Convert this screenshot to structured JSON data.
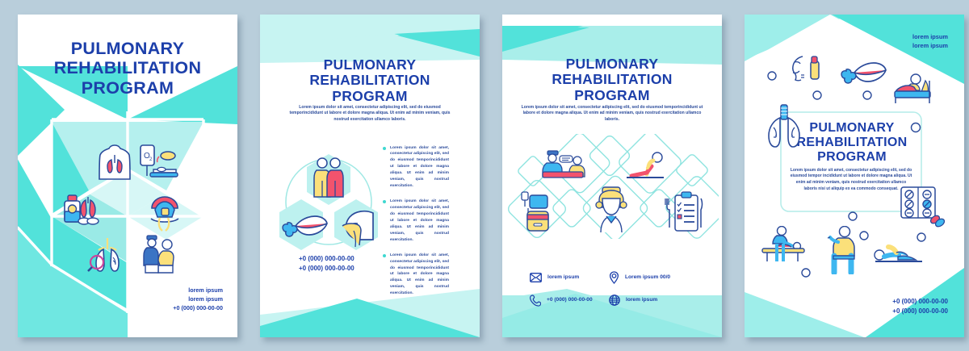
{
  "document": {
    "kind": "brochure-template-set",
    "panel_count": 4,
    "background_color": "#b9cedb"
  },
  "palette": {
    "title_blue": "#1c3faa",
    "body_blue": "#2a4a9a",
    "turquoise": "#52e2da",
    "light_cyan": "#c7f4f2",
    "pale_cyan": "#a9eeea",
    "accent_pink": "#f2536d",
    "accent_yellow": "#fbe07a",
    "accent_blue": "#3eb7f0",
    "white": "#ffffff"
  },
  "strings": {
    "title_line1": "PULMONARY",
    "title_line2": "REHABILITATION",
    "title_line3": "PROGRAM",
    "lorem_ipsum": "lorem ipsum",
    "lorem_ipsum_cap": "Lorem ipsum 00/0",
    "phone": "+0 (000) 000-00-00",
    "subtitle": "Lorem ipsum dolor sit amet, consectetur adipiscing elit, sed do eiusmod temporincididunt ut labore et dolore magna aliqua. Ut enim ad minim veniam, quis nostrud exercitation ullamco laboris.",
    "bullet": "Lorem ipsum dolor sit amet, consectetur adipiscing elit, sed do eiusmod temporincididunt ut labore et dolore magna aliqua. Ut enim ad minim veniam, quis nostrud exercitation.",
    "body_long": "Lorem ipsum dolor sit amet, consectetur adipiscing elit, sed do eiusmod tempor incididunt ut labore et dolore magna aliqua. Ut enim ad minim veniam, quis nostrud exercitation ullamco laboris nisi ut aliquip ex ea commodo consequat."
  },
  "panel1": {
    "name": "cover-triangles",
    "title": {
      "line1": "PULMONARY",
      "line2": "REHABILITATION",
      "line3": "PROGRAM"
    },
    "footer": {
      "line1": "lorem ipsum",
      "line2": "lorem ipsum",
      "line3": "+0 (000) 000-00-00"
    },
    "icons": [
      "torso-lungs-icon",
      "oxygen-tank-icon",
      "medicine-bottle-lungs-icon",
      "nebulizer-mask-icon",
      "lungs-magnifier-icon",
      "physiotherapy-session-icon"
    ]
  },
  "panel2": {
    "name": "inner-bullets",
    "title": {
      "line1": "PULMONARY",
      "line2": "REHABILITATION",
      "line3": "PROGRAM"
    },
    "subtitle": "Lorem ipsum dolor sit amet, consectetur adipiscing elit, sed do eiusmod temporincididunt ut labore et dolore magna aliqua. Ut enim ad minim veniam, quis nostrud exercitation ullamco laboris.",
    "bullets": [
      "Lorem ipsum dolor sit amet, consectetur adipiscing elit, sed do eiusmod temporincididunt ut labore et dolore magna aliqua. Ut enim ad minim veniam, quis nostrud exercitation.",
      "Lorem ipsum dolor sit amet, consectetur adipiscing elit, sed do eiusmod temporincididunt ut labore et dolore magna aliqua. Ut enim ad minim veniam, quis nostrud exercitation.",
      "Lorem ipsum dolor sit amet, consectetur adipiscing elit, sed do eiusmod temporincididunt ut labore et dolore magna aliqua. Ut enim ad minim veniam, quis nostrud exercitation."
    ],
    "phones": [
      "+0 (000) 000-00-00",
      "+0 (000) 000-00-00"
    ],
    "icons": [
      "two-people-icon",
      "lips-breathing-icon",
      "head-airway-icon"
    ]
  },
  "panel3": {
    "name": "inner-diamonds",
    "title": {
      "line1": "PULMONARY",
      "line2": "REHABILITATION",
      "line3": "PROGRAM"
    },
    "subtitle": "Lorem ipsum dolor sit amet, consectetur adipiscing elit, sed do eiusmod temporincididunt ut labore et dolore magna aliqua. Ut enim ad minim veniam, quis nostrud exercitation ullamco laboris.",
    "contacts": [
      {
        "icon": "envelope-icon",
        "label": "lorem ipsum"
      },
      {
        "icon": "location-pin-icon",
        "label": "Lorem ipsum 00/0"
      },
      {
        "icon": "phone-icon",
        "label": "+0 (000) 000-00-00"
      },
      {
        "icon": "globe-icon",
        "label": "lorem ipsum"
      }
    ],
    "icons": [
      "doctor-consultation-icon",
      "sit-up-exercise-icon",
      "monitor-device-icon",
      "nurse-portrait-icon",
      "diet-clipboard-icon"
    ]
  },
  "panel4": {
    "name": "back-cover-icons",
    "header": {
      "line1": "lorem ipsum",
      "line2": "lorem ipsum"
    },
    "title": {
      "line1": "PULMONARY",
      "line2": "REHABILITATION",
      "line3": "PROGRAM"
    },
    "body": "Lorem ipsum dolor sit amet, consectetur adipiscing elit, sed do eiusmod tempor incididunt ut labore et dolore magna aliqua. Ut enim ad minim veniam, quis nostrud exercitation ullamco laboris nisi ut aliquip ex ea commodo consequat.",
    "footer": {
      "line1": "+0 (000) 000-00-00",
      "line2": "+0 (000) 000-00-00"
    },
    "icons": [
      "inhaler-profile-icon",
      "lips-breathing-icon",
      "patient-in-bed-icon",
      "lungs-arrows-icon",
      "pills-blister-icon",
      "massage-table-icon",
      "standing-patient-icon",
      "lying-exercise-icon"
    ]
  }
}
